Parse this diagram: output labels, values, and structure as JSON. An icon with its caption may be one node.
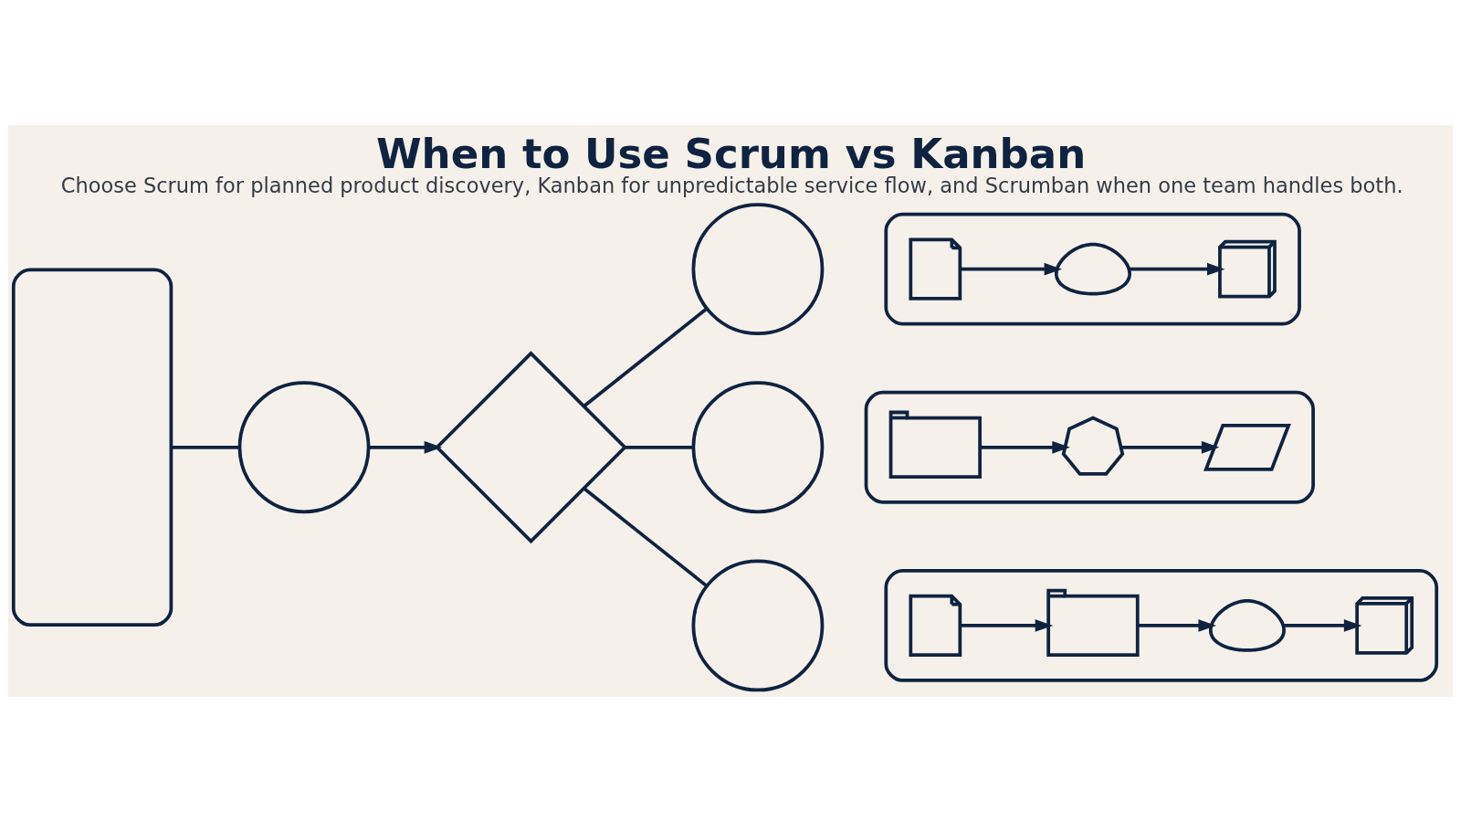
{
  "diagram": {
    "title": "When to Use Scrum vs Kanban",
    "caption": "Choose Scrum for planned product discovery, Kanban for unpredictable service flow, and Scrumban when one team handles both.",
    "nodes": [
      {
        "text": [],
        "shape": "box"
      },
      {
        "text": [],
        "shape": "circle"
      },
      {
        "text": [],
        "shape": "diamond"
      },
      {
        "text": [],
        "shape": "circle"
      },
      {
        "text": [],
        "shape": "bar"
      },
      {
        "text": [],
        "shape": "clipboard",
        "in": 4
      },
      {
        "text": [],
        "shape": "people",
        "in": 4
      },
      {
        "text": [],
        "shape": "gift",
        "in": 4
      },
      {
        "text": [],
        "shape": "circle"
      },
      {
        "text": [],
        "shape": "bar"
      },
      {
        "text": [],
        "shape": "board",
        "in": 9
      },
      {
        "text": [],
        "shape": "gear",
        "in": 9
      },
      {
        "text": [],
        "shape": "chart",
        "in": 9
      },
      {
        "text": [],
        "shape": "circle"
      },
      {
        "text": [],
        "shape": "bar"
      },
      {
        "text": [],
        "shape": "clipboard",
        "in": 14
      },
      {
        "text": [],
        "shape": "board",
        "in": 14
      },
      {
        "text": [],
        "shape": "people",
        "in": 14
      },
      {
        "text": [],
        "shape": "gift",
        "in": 14
      }
    ],
    "edges": [
      {
        "from": 0,
        "to": 1,
        "arrow": "none"
      },
      {
        "from": 1,
        "to": 2,
        "arrow": "to"
      },
      {
        "from": 2,
        "to": 3,
        "arrow": "none"
      },
      {
        "from": 2,
        "to": 8,
        "arrow": "none"
      },
      {
        "from": 2,
        "to": 13,
        "arrow": "none"
      },
      {
        "from": 5,
        "to": 6,
        "arrow": "to"
      },
      {
        "from": 6,
        "to": 7,
        "arrow": "to"
      },
      {
        "from": 10,
        "to": 11,
        "arrow": "to"
      },
      {
        "from": 11,
        "to": 12,
        "arrow": "to"
      },
      {
        "from": 15,
        "to": 16,
        "arrow": "to"
      },
      {
        "from": 16,
        "to": 17,
        "arrow": "to"
      },
      {
        "from": 17,
        "to": 18,
        "arrow": "to"
      }
    ]
  }
}
